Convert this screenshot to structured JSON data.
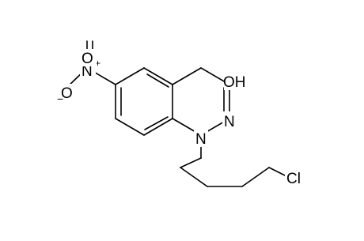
{
  "atoms": {
    "oh": "OH",
    "n_ring": "N",
    "n1": "N",
    "cl": "Cl",
    "nitro_n": "N",
    "nitro_o_top": "O",
    "nitro_o_left": "O"
  },
  "charges": {
    "nitro_n": "+",
    "nitro_o_left": "−"
  },
  "colors": {
    "bond": "#000000",
    "background": "#ffffff"
  }
}
